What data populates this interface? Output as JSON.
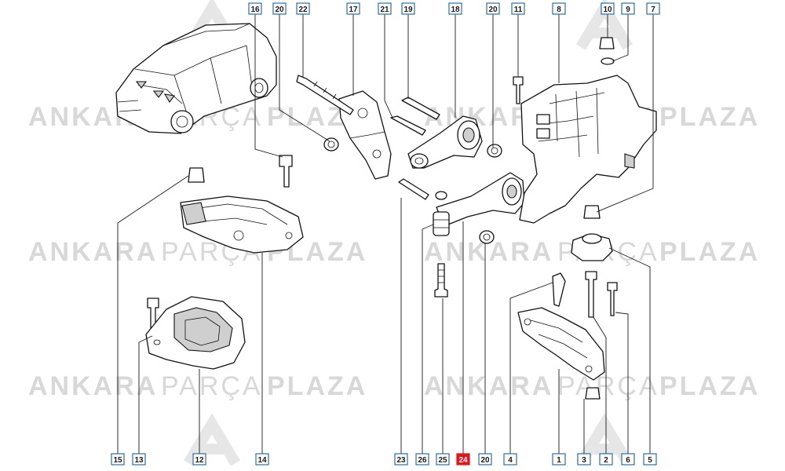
{
  "watermark": {
    "word1": "ANKARA",
    "word2": "PARÇA",
    "word3": "PLAZA"
  },
  "callouts": [
    {
      "id": "c16",
      "label": "16"
    },
    {
      "id": "c20a",
      "label": "20"
    },
    {
      "id": "c22",
      "label": "22"
    },
    {
      "id": "c17",
      "label": "17"
    },
    {
      "id": "c21",
      "label": "21"
    },
    {
      "id": "c19",
      "label": "19"
    },
    {
      "id": "c18",
      "label": "18"
    },
    {
      "id": "c20b",
      "label": "20"
    },
    {
      "id": "c11",
      "label": "11"
    },
    {
      "id": "c8",
      "label": "8"
    },
    {
      "id": "c10",
      "label": "10"
    },
    {
      "id": "c9",
      "label": "9"
    },
    {
      "id": "c7",
      "label": "7"
    },
    {
      "id": "c15",
      "label": "15"
    },
    {
      "id": "c13",
      "label": "13"
    },
    {
      "id": "c12",
      "label": "12"
    },
    {
      "id": "c14",
      "label": "14"
    },
    {
      "id": "c23",
      "label": "23"
    },
    {
      "id": "c26",
      "label": "26"
    },
    {
      "id": "c25",
      "label": "25"
    },
    {
      "id": "c24",
      "label": "24",
      "highlighted": true
    },
    {
      "id": "c20c",
      "label": "20"
    },
    {
      "id": "c4",
      "label": "4"
    },
    {
      "id": "c1",
      "label": "1"
    },
    {
      "id": "c3",
      "label": "3"
    },
    {
      "id": "c2",
      "label": "2"
    },
    {
      "id": "c6",
      "label": "6"
    },
    {
      "id": "c5",
      "label": "5"
    }
  ],
  "colors": {
    "callout_border": "#2c6fa6",
    "highlight": "#e3141b",
    "watermark": "#d8d8d8"
  }
}
